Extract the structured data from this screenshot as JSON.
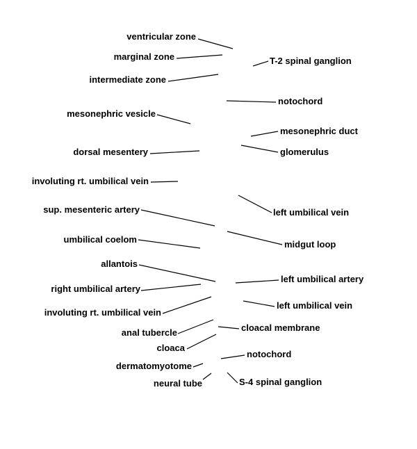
{
  "labels": {
    "ventricular_zone": "ventricular zone",
    "marginal_zone": "marginal zone",
    "intermediate_zone": "intermediate zone",
    "t2_spinal_ganglion": "T-2 spinal ganglion",
    "notochord_upper": "notochord",
    "mesonephric_vesicle": "mesonephric vesicle",
    "mesonephric_duct": "mesonephric duct",
    "dorsal_mesentery": "dorsal mesentery",
    "glomerulus": "glomerulus",
    "involuting_rt_umbilical_vein_upper": "involuting rt. umbilical vein",
    "left_umbilical_vein_upper": "left umbilical vein",
    "sup_mesenteric_artery": "sup. mesenteric artery",
    "midgut_loop": "midgut loop",
    "umbilical_coelom": "umbilical coelom",
    "allantois": "allantois",
    "left_umbilical_artery": "left umbilical artery",
    "right_umbilical_artery": "right umbilical artery",
    "left_umbilical_vein_lower": "left umbilical vein",
    "involuting_rt_umbilical_vein_lower": "involuting rt. umbilical vein",
    "cloacal_membrane": "cloacal membrane",
    "anal_tubercle": "anal tubercle",
    "cloaca": "cloaca",
    "notochord_lower": "notochord",
    "dermatomyotome": "dermatomyotome",
    "s4_spinal_ganglion": "S-4 spinal ganglion",
    "neural_tube": "neural tube"
  },
  "colors": {
    "text": "#000000",
    "line": "#000000",
    "background": "#ffffff"
  }
}
